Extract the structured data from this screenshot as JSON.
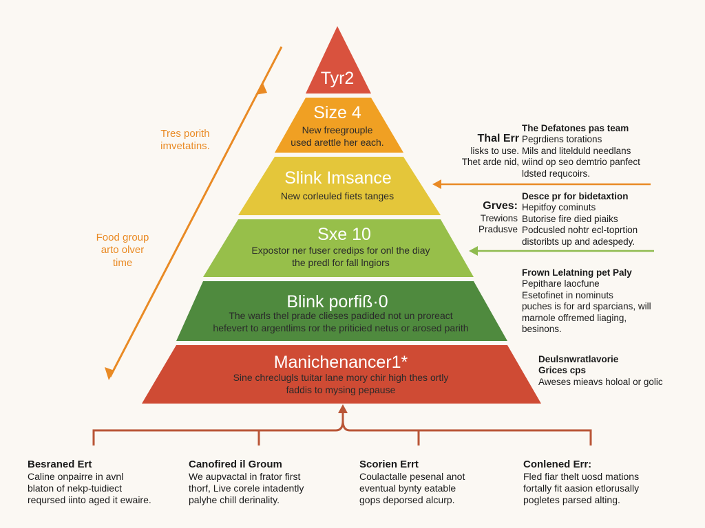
{
  "pyramid": {
    "levels": [
      {
        "title": "Tyr2",
        "desc": [],
        "color": "#d9523e"
      },
      {
        "title": "Size 4",
        "desc": [
          "New freegrouple",
          "used arettle her each."
        ],
        "color": "#f0a023"
      },
      {
        "title": "Slink Imsance",
        "desc": [
          "New corleuled fiets tanges"
        ],
        "color": "#e4c63a"
      },
      {
        "title": "Sxe 10",
        "desc": [
          "Expostor ner fuser credips for onl the diay",
          "the predl for fall lngiors"
        ],
        "color": "#97bf4a"
      },
      {
        "title": "Blink porfiß·0",
        "desc": [
          "The warls thel prade clieses padided not un proreact",
          "hefevert to argentlims ror the priticied netus or arosed parith"
        ],
        "color": "#4f8a3e"
      },
      {
        "title": "Manichenancer1*",
        "desc": [
          "Sine chreclugls tuitar lane mory chir high thes ortly",
          "faddis to mysing pepause"
        ],
        "color": "#cf4b34"
      }
    ]
  },
  "left_labels": {
    "upper": [
      "Tres porith",
      "imvetatins."
    ],
    "lower": [
      "Food group",
      "arto olver",
      "time"
    ]
  },
  "right_notes": [
    {
      "side_title": "Thal Err",
      "side_lines": [
        "lisks to use.",
        "Thet arde nid,"
      ],
      "title": "The Defatones pas team",
      "lines": [
        "Pegrdiens torations",
        "Mils and litelduld needlans",
        "wiind op seo demtrio panfect",
        "ldsted requcoirs."
      ]
    },
    {
      "side_title": "Grves:",
      "side_lines": [
        "Trewions",
        "Pradusve"
      ],
      "title": "Desce pr for bidetaxtion",
      "lines": [
        "Hepitfoy cominuts",
        "Butorise fire died piaiks",
        "Podcusled nohtr ecl-toprtion",
        "distoribts up and adespedy."
      ]
    },
    {
      "title": "Frown Lelatning pet Paly",
      "lines": [
        "Pepithare laocfune",
        "Esetofinet in nominuts",
        "puches is for ard sparcians, will",
        "marnole offremed liaging,",
        "besinons."
      ]
    },
    {
      "title": "Deulsnwratlavorie",
      "title2": "Grices cps",
      "lines": [
        "Aweses mieavs holoal or golic"
      ]
    }
  ],
  "bottom_groups": [
    {
      "title": "Besraned Ert",
      "lines": [
        "Caline onpairre in avnl",
        "blaton of nekp-tuidiect",
        "reqursed iinto aged it ewaire."
      ]
    },
    {
      "title": "Canofired il Groum",
      "lines": [
        "We aupvactal in frator first",
        "thorf, Live corele intadently",
        "palyhe chill derinality."
      ]
    },
    {
      "title": "Scorien Errt",
      "lines": [
        "Coulactalle pesenal anot",
        "eventual bynty eatable",
        "gops deporsed alcurp."
      ]
    },
    {
      "title": "Conlened Err:",
      "lines": [
        "Fled fiar thelt uosd mations",
        "fortally fit aasion etlorusally",
        "pogletes parsed alting."
      ]
    }
  ],
  "colors": {
    "accent_orange": "#e98a24",
    "arrow_green": "#8fbb4f",
    "bracket": "#b95536"
  }
}
